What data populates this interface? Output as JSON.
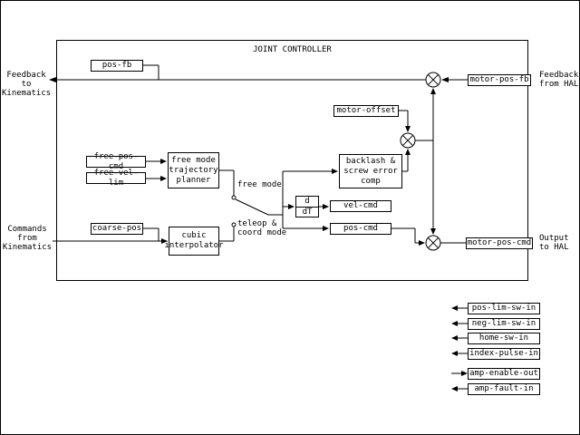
{
  "diagram": {
    "title": "JOINT CONTROLLER",
    "left_labels": {
      "feedback_to_kinematics": "Feedback to\nKinematics",
      "commands_from_kinematics": "Commands\nfrom\nKinematics"
    },
    "right_labels": {
      "feedback_from_hal": "Feedback\nfrom HAL",
      "output_to_hal": "Output\nto HAL"
    },
    "blocks": {
      "pos_fb": "pos-fb",
      "free_pos_cmd": "free-pos-cmd",
      "free_vel_lim": "free-vel-lim",
      "free_mode_tp": "free mode\ntrajectory\nplanner",
      "coarse_pos": "coarse-pos",
      "cubic_interpolator": "cubic\ninterpolator",
      "motor_offset": "motor-offset",
      "backlash_comp": "backlash &\nscrew error\ncomp",
      "d_dt_num": "d",
      "d_dt_den": "dT",
      "vel_cmd": "vel-cmd",
      "pos_cmd": "pos-cmd",
      "motor_pos_fb": "motor-pos-fb",
      "motor_pos_cmd": "motor-pos-cmd"
    },
    "switch_labels": {
      "free_mode": "free mode",
      "teleop_coord_mode": "teleop &\ncoord mode"
    },
    "hal_pins": [
      {
        "label": "pos-lim-sw-in",
        "direction": "in"
      },
      {
        "label": "neg-lim-sw-in",
        "direction": "in"
      },
      {
        "label": "home-sw-in",
        "direction": "in"
      },
      {
        "label": "index-pulse-in",
        "direction": "in"
      },
      {
        "label": "amp-enable-out",
        "direction": "out"
      },
      {
        "label": "amp-fault-in",
        "direction": "in"
      }
    ],
    "colors": {
      "line": "#000000",
      "background": "#ffffff"
    }
  }
}
